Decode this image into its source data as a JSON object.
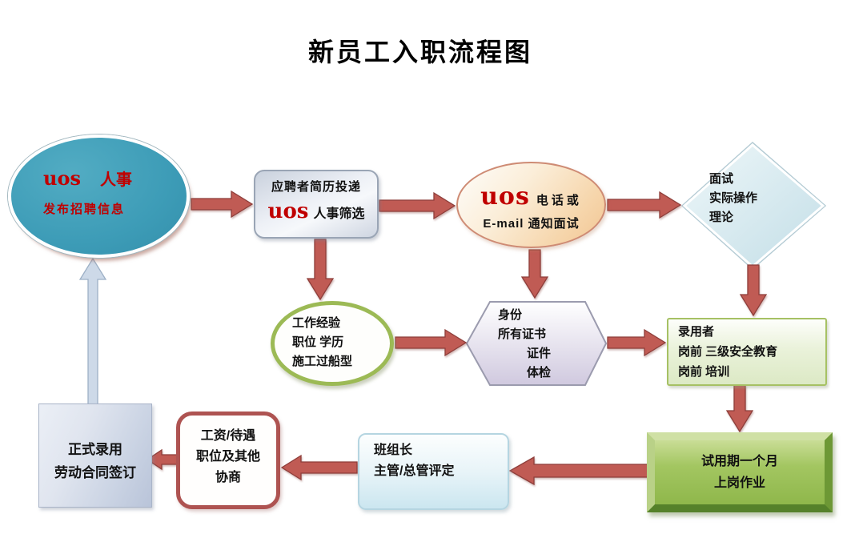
{
  "title": "新员工入职流程图",
  "colors": {
    "brand_red": "#C00000",
    "arrow_red": "#C05B54",
    "arrow_red_edge": "#8E3E3A",
    "arrow_blue": "#CDD9E8",
    "arrow_blue_edge": "#9DB0C6",
    "recruit_teal": "#3D9CB7",
    "experience_green": "#9CBA55",
    "negotiation_red": "#AE5351"
  },
  "nodes": {
    "recruit": {
      "brand": "uos",
      "title": "人事",
      "line2": "发布招聘信息"
    },
    "resume": {
      "line1": "应聘者简历投递",
      "brand": "uos",
      "line2": "人事筛选"
    },
    "notify": {
      "brand": "uos",
      "line1": "电话或",
      "line2": "E-mail 通知面试"
    },
    "interview": {
      "line1": "面试",
      "line2": "实际操作",
      "line3": "理论"
    },
    "experience": {
      "line1": "工作经验",
      "line2": "职位 学历",
      "line3": "施工过船型"
    },
    "credentials": {
      "line1": "身份",
      "line2": "所有证书",
      "line3": "证件",
      "line4": "体检"
    },
    "hired": {
      "line1": "录用者",
      "line2": "岗前 三级安全教育",
      "line3": "岗前 培训"
    },
    "probation": {
      "line1": "试用期一个月",
      "line2": "上岗作业"
    },
    "evaluation": {
      "line1": "班组长",
      "line2": "主管/总管评定"
    },
    "negotiation": {
      "line1": "工资/待遇",
      "line2": "职位及其他",
      "line3": "协商"
    },
    "contract": {
      "line1": "正式录用",
      "line2": "劳动合同签订"
    }
  },
  "edges": [
    {
      "from": "recruit",
      "to": "resume"
    },
    {
      "from": "resume",
      "to": "notify"
    },
    {
      "from": "notify",
      "to": "interview"
    },
    {
      "from": "resume",
      "to": "experience"
    },
    {
      "from": "notify",
      "to": "credentials"
    },
    {
      "from": "interview",
      "to": "hired"
    },
    {
      "from": "experience",
      "to": "credentials"
    },
    {
      "from": "credentials",
      "to": "hired"
    },
    {
      "from": "hired",
      "to": "probation"
    },
    {
      "from": "probation",
      "to": "evaluation"
    },
    {
      "from": "evaluation",
      "to": "negotiation"
    },
    {
      "from": "negotiation",
      "to": "contract"
    },
    {
      "from": "contract",
      "to": "recruit"
    }
  ]
}
